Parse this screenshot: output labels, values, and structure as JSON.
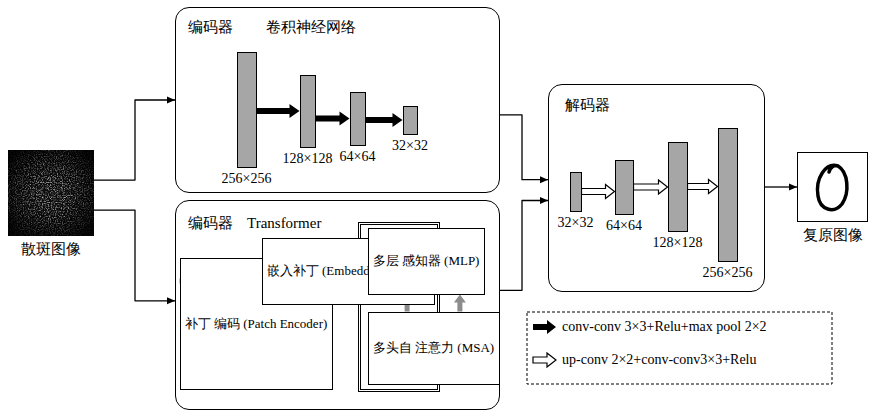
{
  "diagram": {
    "nodes": [
      {
        "text": [
          "散斑图像"
        ]
      },
      {
        "text": [
          "编码器",
          "卷积神经网络"
        ]
      },
      {
        "text": [
          "256×256"
        ],
        "in": 1
      },
      {
        "text": [
          "128×128"
        ],
        "in": 1
      },
      {
        "text": [
          "64×64"
        ],
        "in": 1
      },
      {
        "text": [
          "32×32"
        ],
        "in": 1
      },
      {
        "text": [
          "编码器",
          "Transformer"
        ]
      },
      {
        "text": [
          "补丁 编码 (Patch Encoder)"
        ],
        "in": 6
      },
      {
        "text": [
          "嵌入补丁 (Embedded Patches)"
        ],
        "in": 6
      },
      {
        "text": [
          "多层 感知器 (MLP)"
        ],
        "in": 6
      },
      {
        "text": [
          "多头自 注意力 (MSA)"
        ],
        "in": 6
      },
      {
        "text": [
          "解码器"
        ]
      },
      {
        "text": [
          "32×32"
        ],
        "in": 11
      },
      {
        "text": [
          "64×64"
        ],
        "in": 11
      },
      {
        "text": [
          "128×128"
        ],
        "in": 11
      },
      {
        "text": [
          "256×256"
        ],
        "in": 11
      },
      {
        "text": [
          "复原图像"
        ]
      }
    ],
    "edges": [
      {
        "from": 0,
        "to": 1,
        "arrow": "to"
      },
      {
        "from": 0,
        "to": 6,
        "arrow": "to"
      },
      {
        "from": 2,
        "to": 3,
        "arrow": "to"
      },
      {
        "from": 3,
        "to": 4,
        "arrow": "to"
      },
      {
        "from": 4,
        "to": 5,
        "arrow": "to"
      },
      {
        "from": 7,
        "to": 8,
        "arrow": "to"
      },
      {
        "from": 8,
        "to": 9,
        "arrow": "to"
      },
      {
        "from": 10,
        "to": 9,
        "arrow": "to"
      },
      {
        "from": 10,
        "to": 9,
        "arrow": "to"
      },
      {
        "from": 1,
        "to": 11,
        "arrow": "to"
      },
      {
        "from": 6,
        "to": 11,
        "arrow": "to"
      },
      {
        "from": 12,
        "to": 13,
        "arrow": "to"
      },
      {
        "from": 13,
        "to": 14,
        "arrow": "to"
      },
      {
        "from": 14,
        "to": 15,
        "arrow": "to"
      },
      {
        "from": 11,
        "to": 16,
        "arrow": "to"
      }
    ],
    "legend": [
      {
        "text": "conv-conv 3×3+Relu+max pool 2×2"
      },
      {
        "text": "up-conv 2×2+conv-conv3×3+Relu"
      }
    ]
  }
}
